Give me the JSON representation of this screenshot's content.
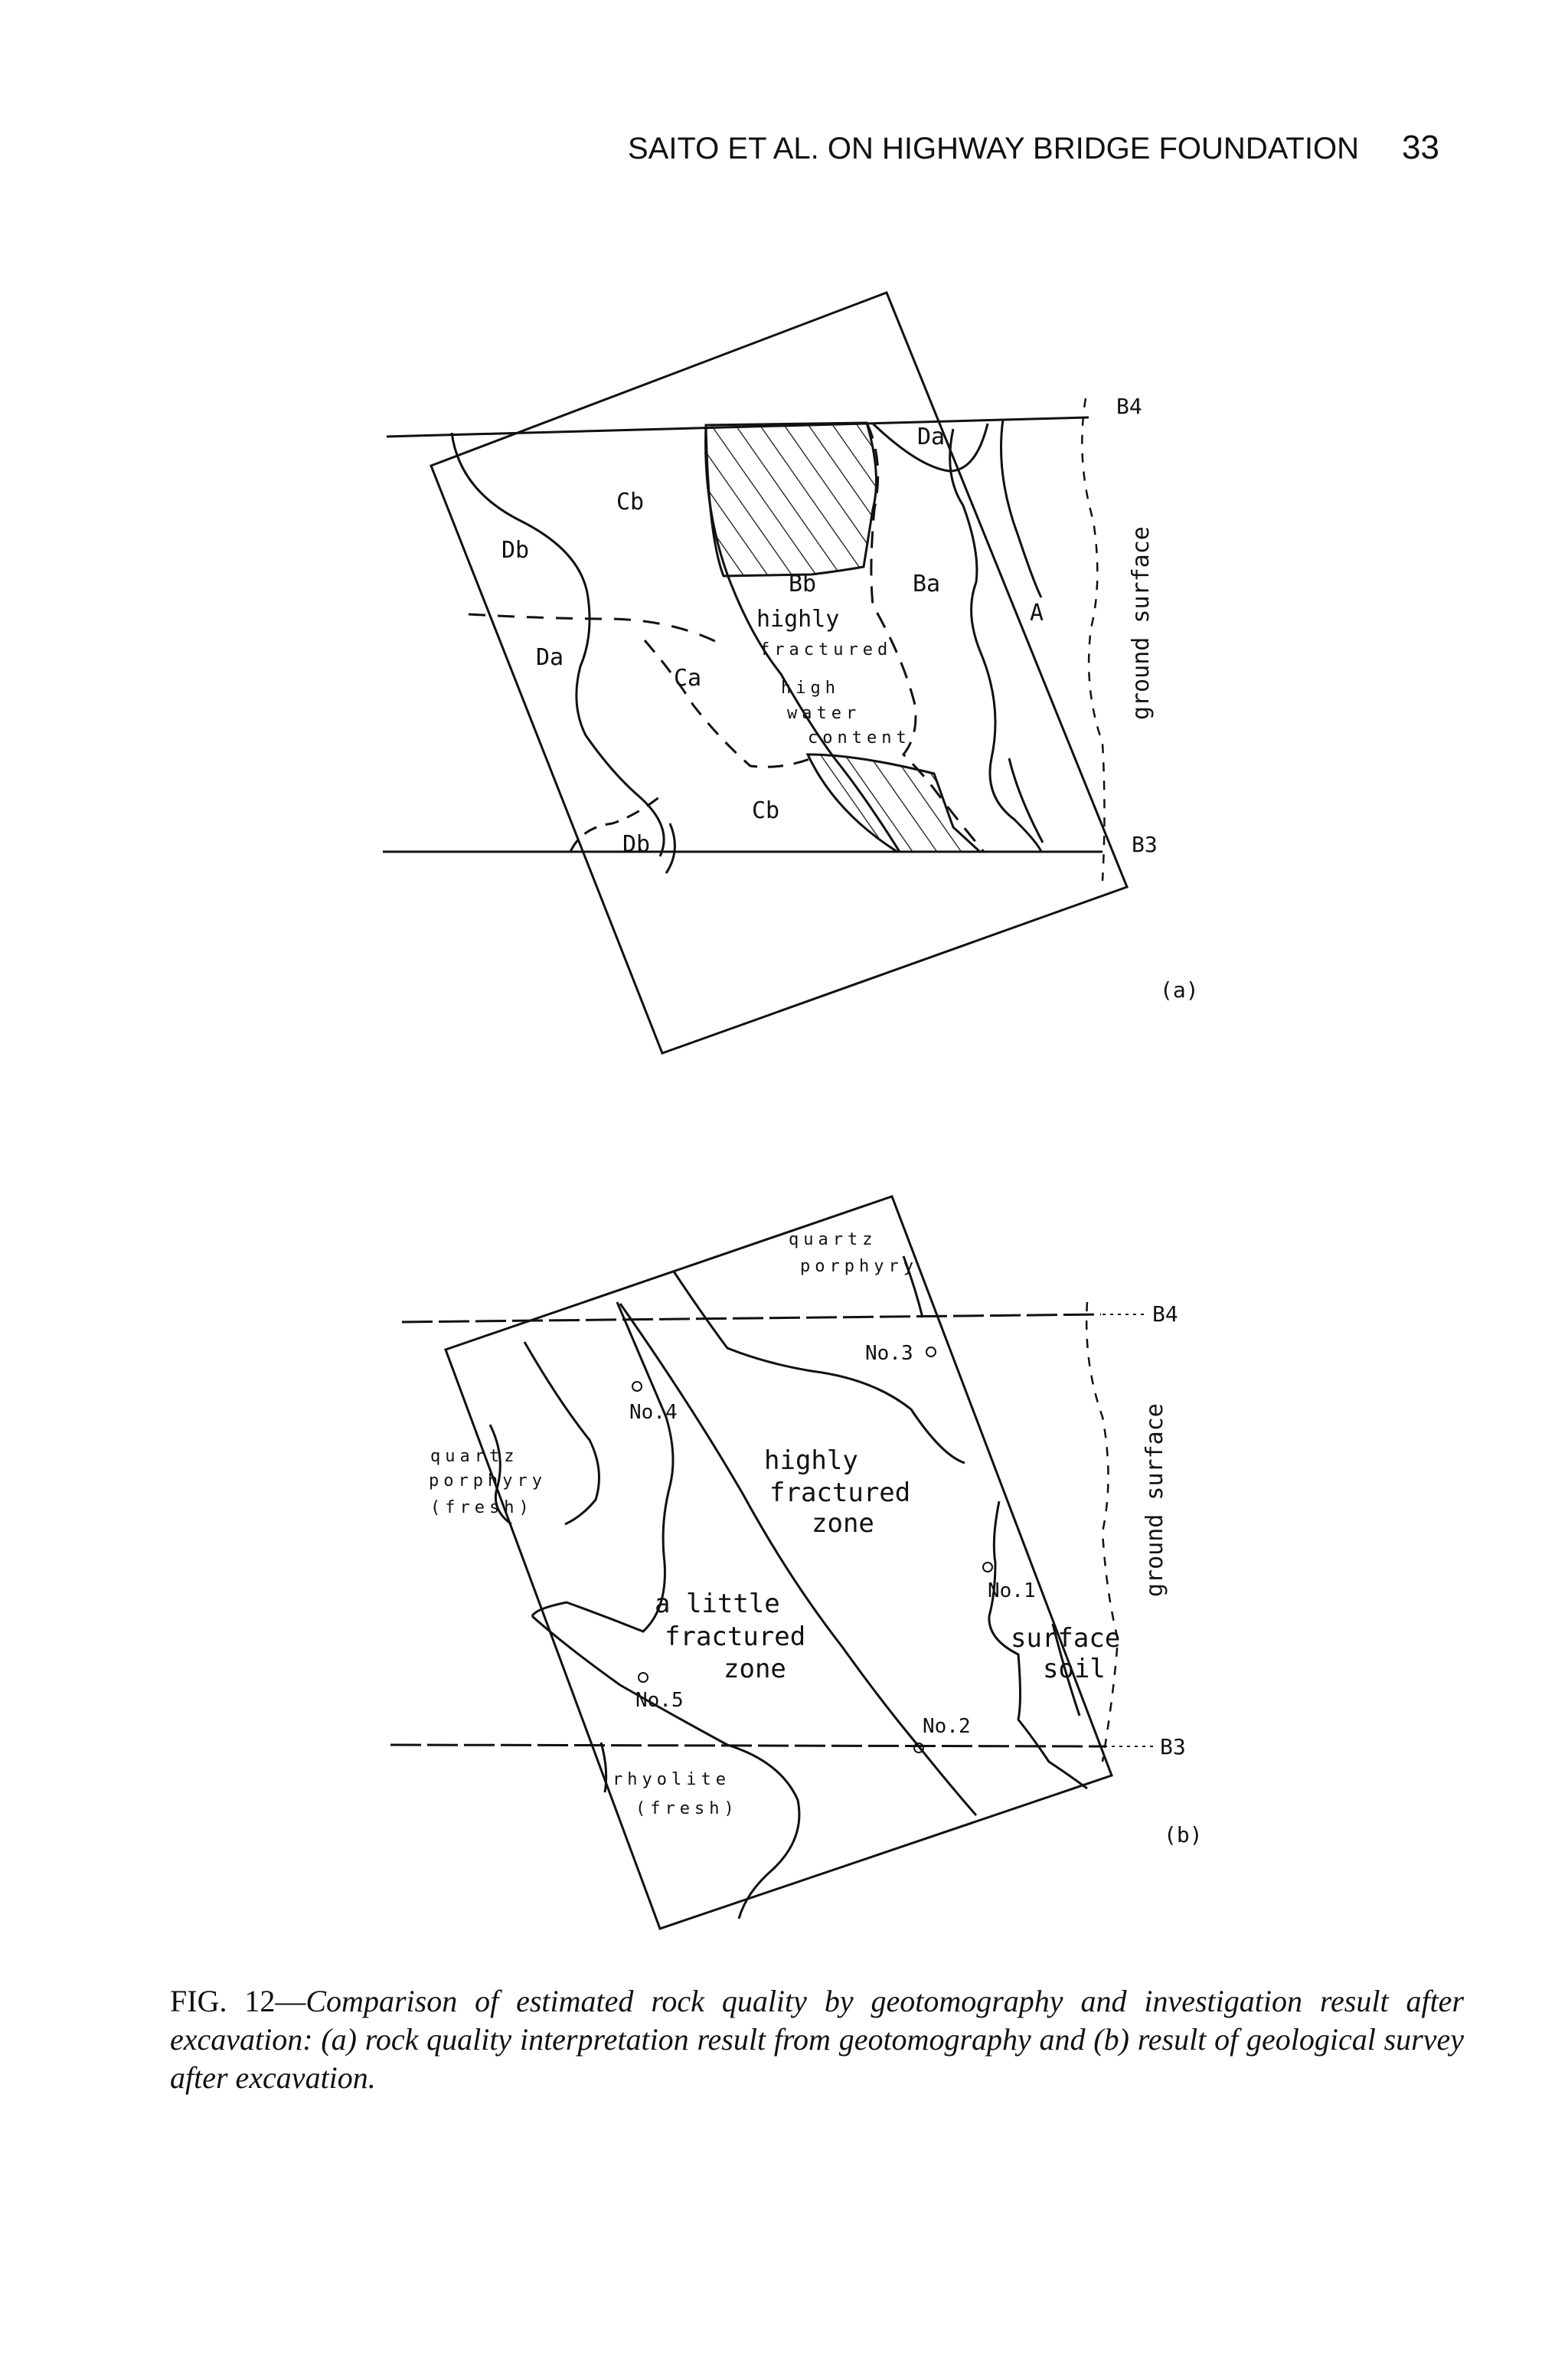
{
  "header": {
    "running_title": "SAITO ET AL. ON HIGHWAY BRIDGE FOUNDATION",
    "page_number": "33"
  },
  "figure_a": {
    "label_b4": "B4",
    "label_b3": "B3",
    "ground_surface": "ground surface",
    "panel_label": "(a)",
    "zone_db_top": "Db",
    "zone_cb_top": "Cb",
    "zone_da_top": "Da",
    "zone_bb": "Bb",
    "zone_ba": "Ba",
    "zone_a": "A",
    "zone_da_left": "Da",
    "zone_ca": "Ca",
    "zone_cb_bottom": "Cb",
    "zone_db_bottom": "Db",
    "label_highly": "highly",
    "label_fractured": "fractured",
    "label_high": "high",
    "label_water": "water",
    "label_content": "content"
  },
  "figure_b": {
    "label_b4": "B4",
    "label_b3": "B3",
    "ground_surface": "ground surface",
    "panel_label": "(b)",
    "quartz_top_1": "quartz",
    "quartz_top_2": "porphyry",
    "quartz_left_1": "quartz",
    "quartz_left_2": "porphyry",
    "quartz_left_3": "(fresh)",
    "no3": "No.3",
    "no4": "No.4",
    "no1": "No.1",
    "no2": "No.2",
    "no5": "No.5",
    "highly": "highly",
    "fractured": "fractured",
    "zone": "zone",
    "little_1": "a little",
    "little_2": "fractured",
    "little_3": "zone",
    "surface_1": "surface",
    "surface_2": "soil",
    "rhyolite_1": "rhyolite",
    "rhyolite_2": "(fresh)"
  },
  "caption": {
    "lead": "FIG. 12—",
    "text": "Comparison of estimated rock quality by geotomography and investigation result after excavation: (a) rock quality interpretation result from geotomography and (b) result of geological survey after excavation."
  }
}
